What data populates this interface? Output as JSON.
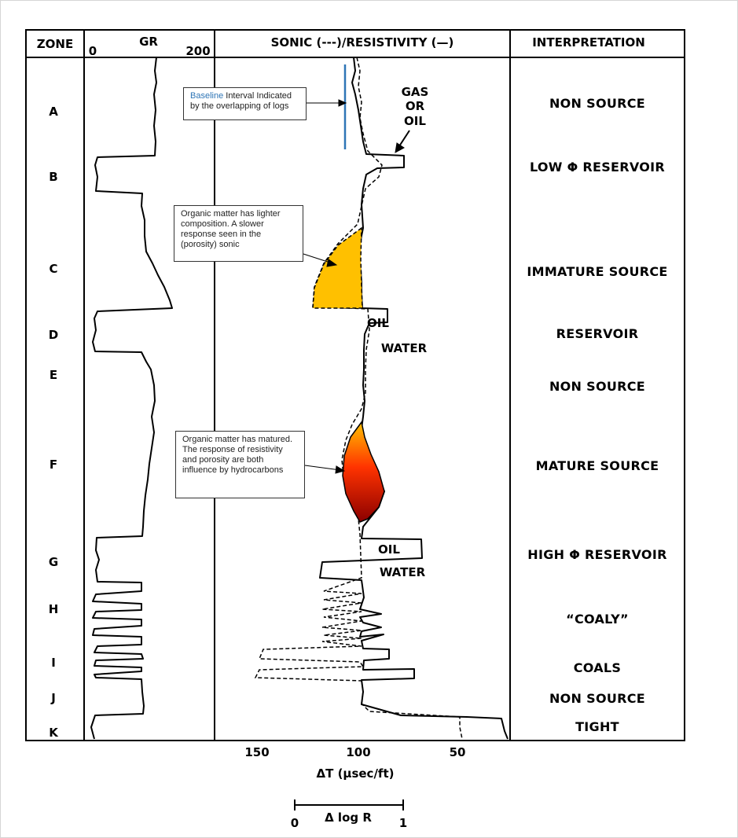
{
  "header": {
    "zone": "ZONE",
    "gr": "GR",
    "gr_min": "0",
    "gr_max": "200",
    "sonic_resistivity": "SONIC (---)/RESISTIVITY (—)",
    "interpretation": "INTERPRETATION"
  },
  "zones": [
    "A",
    "B",
    "C",
    "D",
    "E",
    "F",
    "G",
    "H",
    "I",
    "J",
    "K"
  ],
  "interpretations": [
    "NON SOURCE",
    "LOW Φ RESERVOIR",
    "IMMATURE SOURCE",
    "RESERVOIR",
    "NON SOURCE",
    "MATURE SOURCE",
    "HIGH Φ RESERVOIR",
    "“COALY”",
    "COALS",
    "NON SOURCE",
    "TIGHT"
  ],
  "labels": {
    "gas": "GAS",
    "or": "OR",
    "oil_a": "OIL",
    "oil_d": "OIL",
    "water_d": "WATER",
    "oil_g": "OIL",
    "water_g": "WATER"
  },
  "notes": {
    "baseline_highlight": "Baseline",
    "baseline_rest": " Interval Indicated by the overlapping of logs",
    "immature": "Organic matter has lighter composition. A slower response seen in the (porosity) sonic",
    "mature": "Organic matter has matured. The response of resistivity and porosity are both influence by hydrocarbons"
  },
  "axis": {
    "ticks": [
      "150",
      "100",
      "50"
    ],
    "label": "ΔT (µsec/ft)",
    "dlogr_label": "Δ log  R",
    "dlogr_min": "0",
    "dlogr_max": "1"
  },
  "colors": {
    "baseline_line": "#2e75b6",
    "immature_fill": "#ffc000",
    "mature_top": "#ffc000",
    "mature_mid": "#ff3300",
    "mature_bottom": "#8b0000"
  }
}
